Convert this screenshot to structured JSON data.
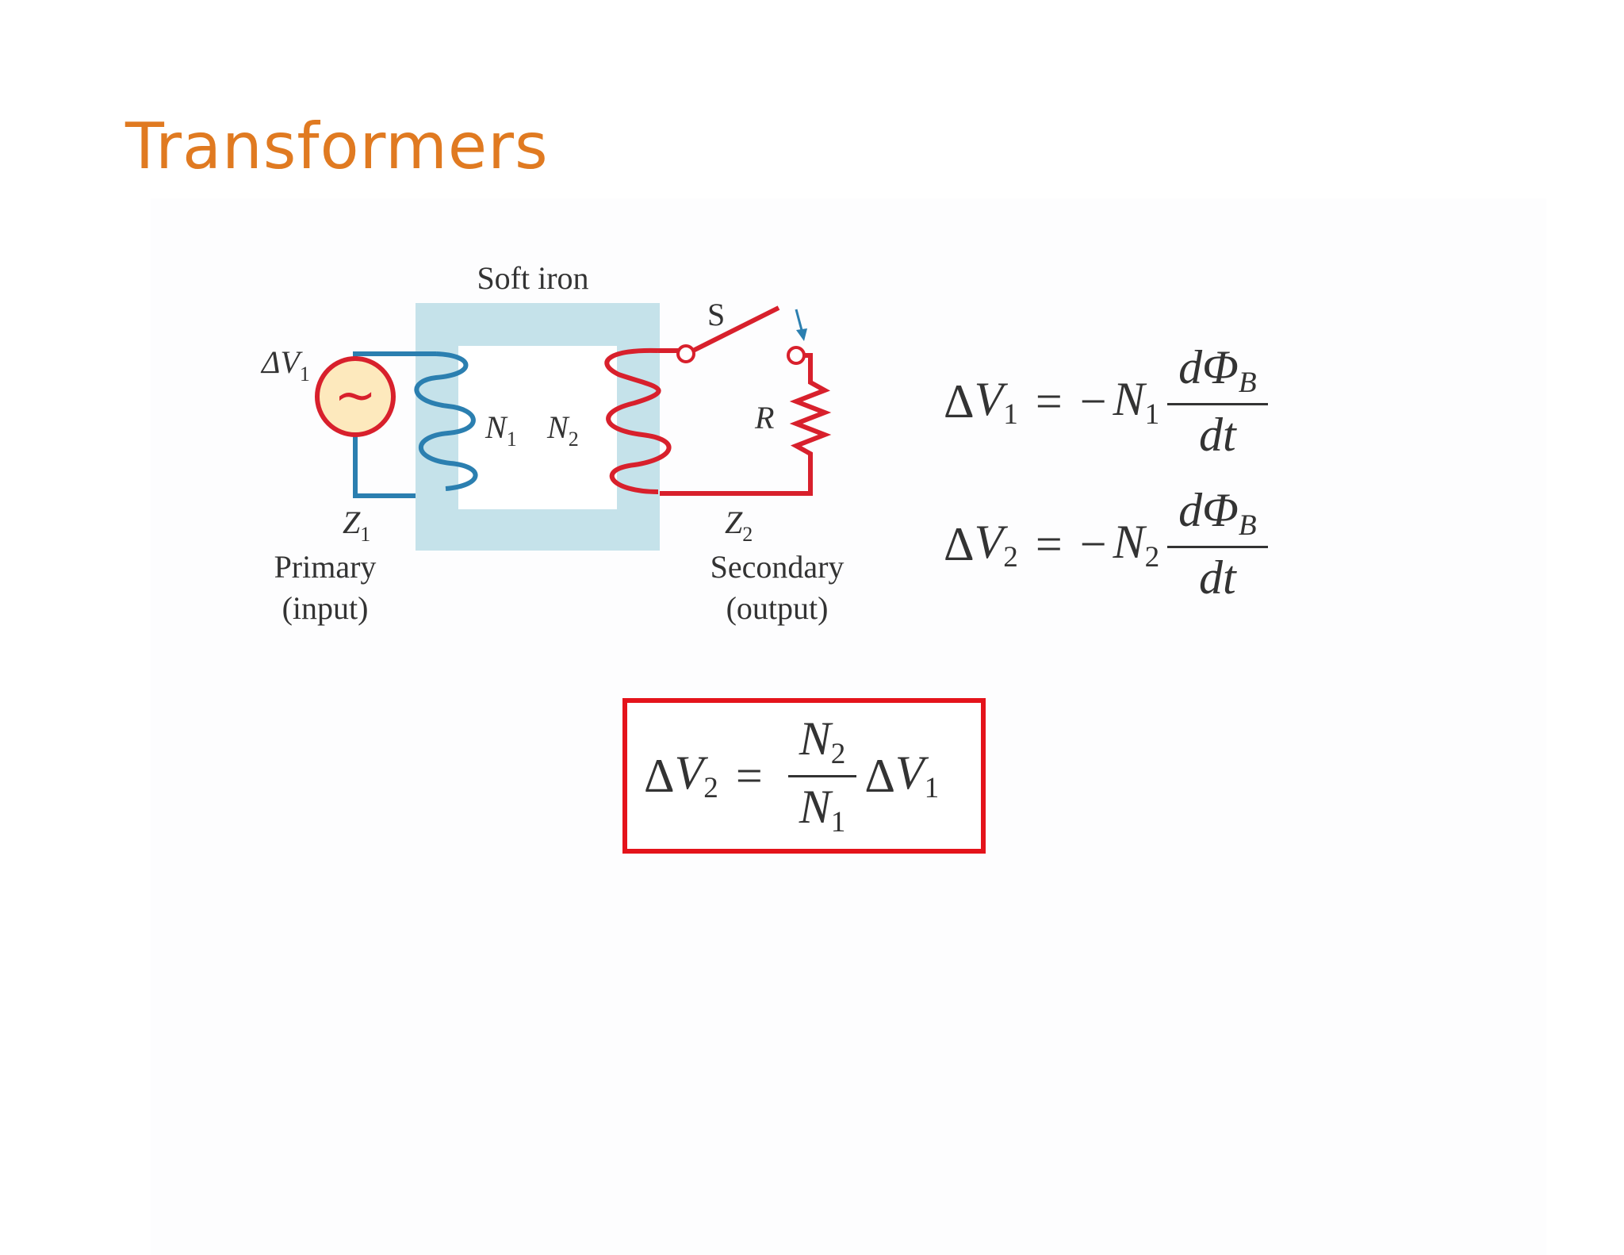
{
  "slide": {
    "title": "Transformers"
  },
  "diagram": {
    "core_label": "Soft iron",
    "switch_label": "S",
    "resistor_label": "R",
    "primary": {
      "voltage_label": "ΔV",
      "voltage_sub": "1",
      "turns_label": "N",
      "turns_sub": "1",
      "impedance_label": "Z",
      "impedance_sub": "1",
      "caption_line1": "Primary",
      "caption_line2": "(input)"
    },
    "secondary": {
      "turns_label": "N",
      "turns_sub": "2",
      "impedance_label": "Z",
      "impedance_sub": "2",
      "caption_line1": "Secondary",
      "caption_line2": "(output)"
    },
    "colors": {
      "core": "#c5e2ea",
      "primary_wire": "#2b7fb0",
      "secondary_wire": "#d8202c",
      "source_fill": "#fde9bd"
    },
    "source_symbol": "~"
  },
  "equations": {
    "eq1": {
      "delta": "Δ",
      "V": "V",
      "sub": "1",
      "eq": "=",
      "minus": "−",
      "N": "N",
      "nsub": "1",
      "num": "dΦ",
      "numsub": "B",
      "den": "dt"
    },
    "eq2": {
      "delta": "Δ",
      "V": "V",
      "sub": "2",
      "eq": "=",
      "minus": "−",
      "N": "N",
      "nsub": "2",
      "num": "dΦ",
      "numsub": "B",
      "den": "dt"
    },
    "boxed": {
      "lhs_delta": "Δ",
      "lhs_V": "V",
      "lhs_sub": "2",
      "eq": "=",
      "num_N": "N",
      "num_sub": "2",
      "den_N": "N",
      "den_sub": "1",
      "rhs_delta": "Δ",
      "rhs_V": "V",
      "rhs_sub": "1",
      "border_color": "#e4131b"
    }
  }
}
